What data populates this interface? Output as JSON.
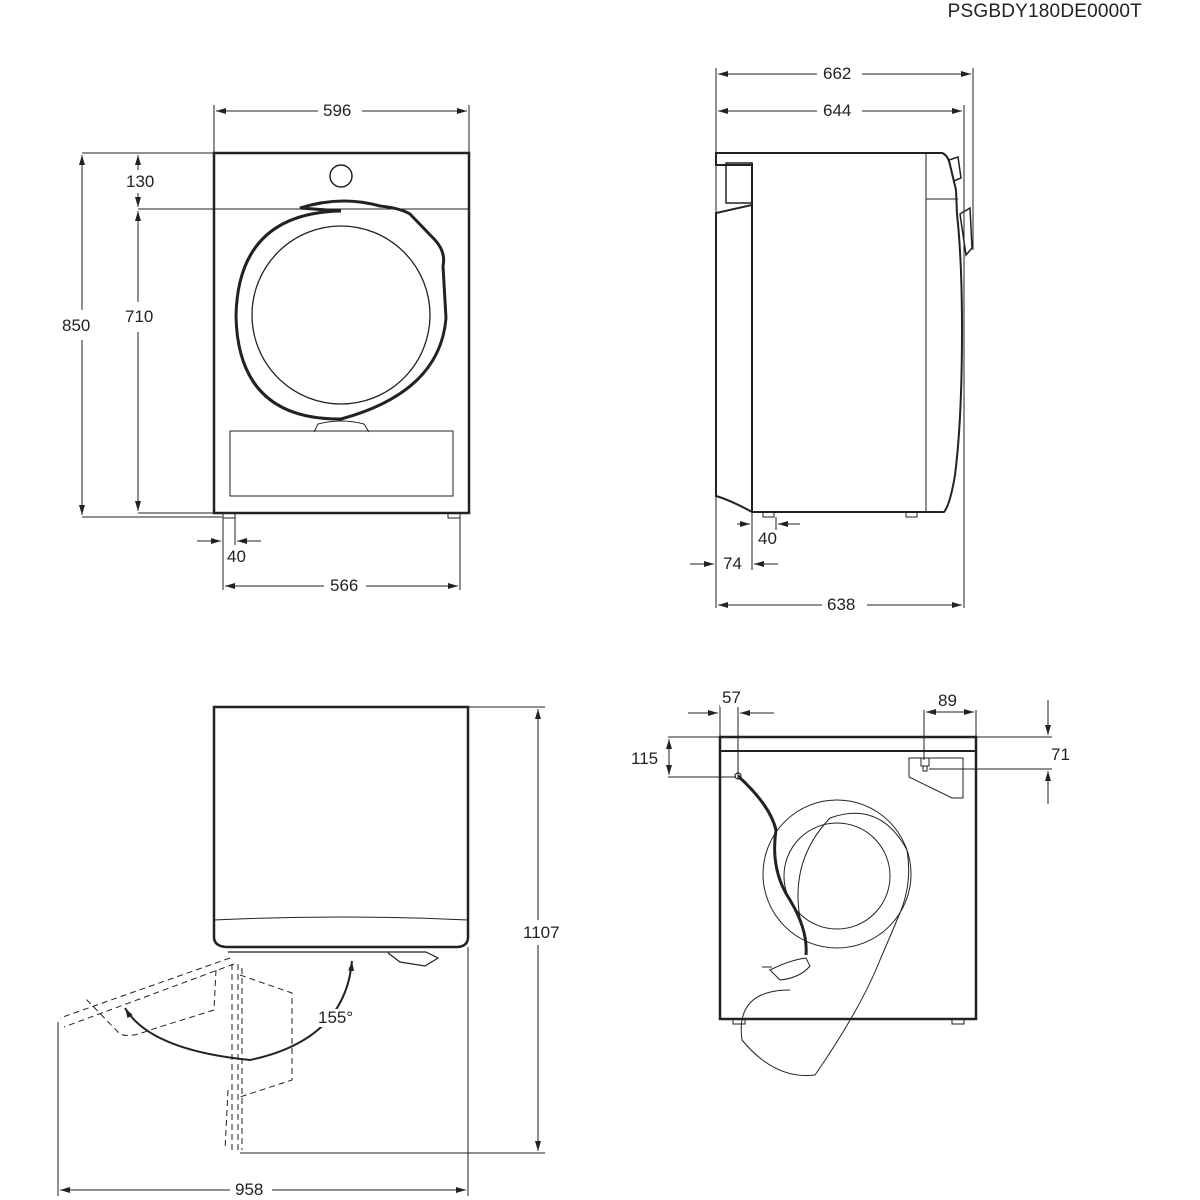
{
  "model_code": "PSGBDY180DE0000T",
  "views": {
    "front": {
      "width_total": "596",
      "height_total": "850",
      "panel_height": "130",
      "body_height": "710",
      "foot_offset": "40",
      "feet_span": "566"
    },
    "side": {
      "depth_total": "662",
      "depth_body": "644",
      "depth_base": "638",
      "foot_width": "40",
      "foot_offset": "74"
    },
    "top": {
      "door_angle": "155°",
      "depth_with_door_open": "1107",
      "width_with_door_open": "958"
    },
    "rear": {
      "cable_offset_x": "57",
      "cable_offset_y": "115",
      "outlet_offset_x": "89",
      "outlet_offset_y": "71"
    }
  }
}
